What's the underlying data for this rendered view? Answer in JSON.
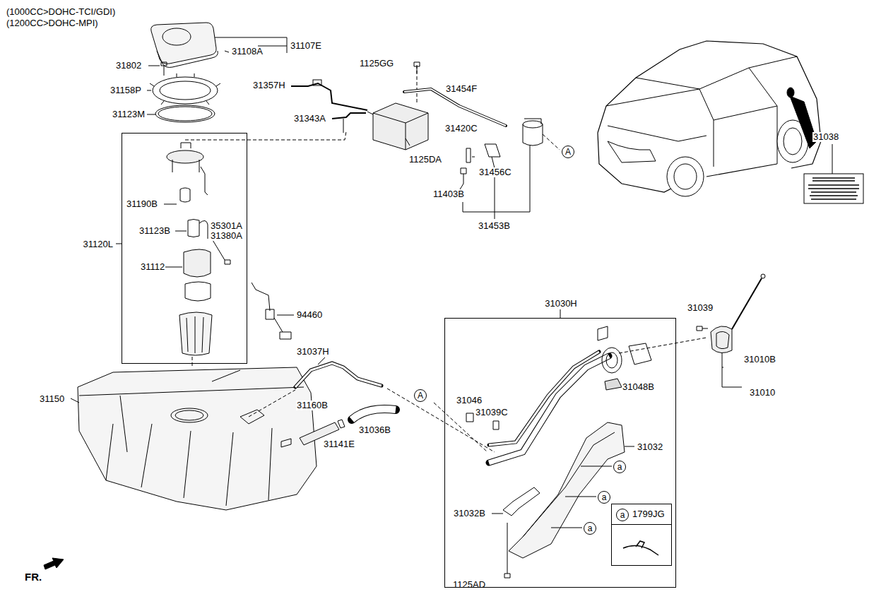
{
  "diagram": {
    "nodes": [
      {
        "text": [
          "31120L"
        ]
      },
      {
        "text": [
          "31030H"
        ]
      },
      {
        "text": [
          "a",
          "1799JG"
        ],
        "in": 1
      }
    ],
    "labels": [
      "(1000CC>DOHC-TCI/GDI)",
      "(1200CC>DOHC-MPI)",
      "31107E",
      "31108A",
      "31802",
      "31158P",
      "31123M",
      "1125GG",
      "31357H",
      "31454F",
      "31343A",
      "31420C",
      "1125DA",
      "31456C",
      "11403B",
      "31453B",
      "A",
      "31038",
      "31190B",
      "31123B",
      "35301A",
      "31380A",
      "31112",
      "94460",
      "31037H",
      "31150",
      "31160B",
      "31141E",
      "31036B",
      "A",
      "31046",
      "31039C",
      "31039",
      "31010B",
      "31048B",
      "31010",
      "31032",
      "a",
      "a",
      "a",
      "31032B",
      "1125AD",
      "FR."
    ]
  }
}
